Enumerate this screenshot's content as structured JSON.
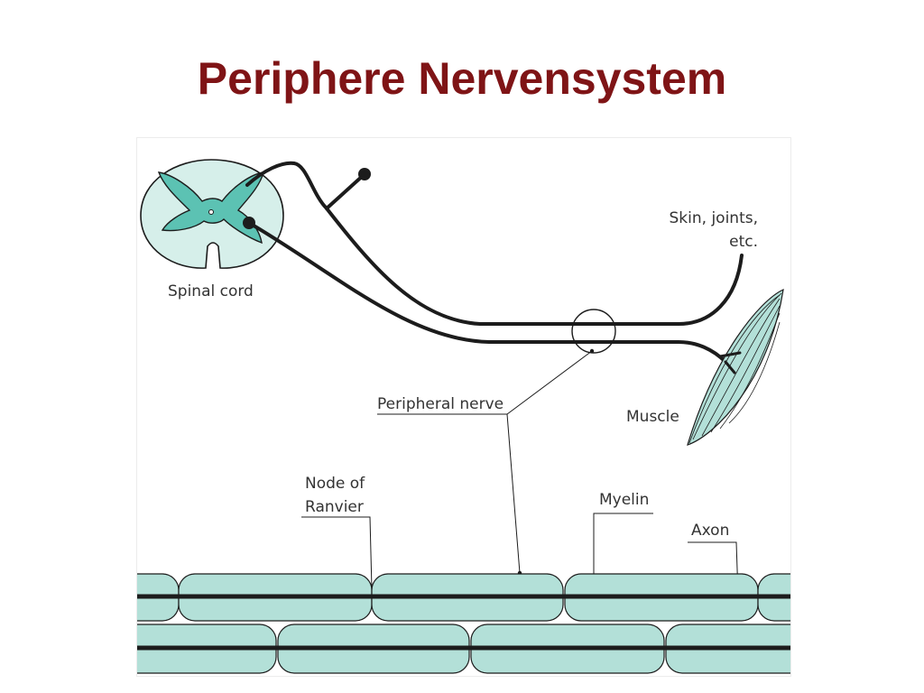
{
  "title": "Periphere Nervensystem",
  "colors": {
    "title": "#7f1416",
    "tissue": "#b3e0d8",
    "tissue_light": "#d6efea",
    "grey_matter": "#5cc2b3",
    "stroke": "#1c1c1c"
  },
  "labels": {
    "spinal_cord": "Spinal cord",
    "skin_line1": "Skin, joints,",
    "skin_line2": "etc.",
    "muscle": "Muscle",
    "peripheral_nerve": "Peripheral nerve",
    "node_line1": "Node of",
    "node_line2": "Ranvier",
    "myelin": "Myelin",
    "axon": "Axon"
  }
}
